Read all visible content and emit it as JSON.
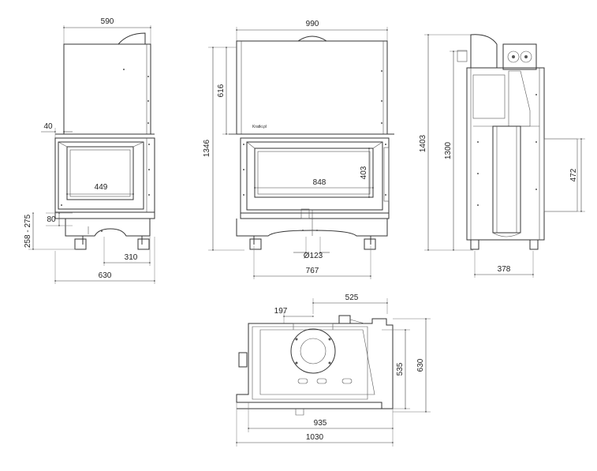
{
  "dimensions": {
    "front_left_top_width": "590",
    "front_left_side_offset": "40",
    "front_left_glass_width": "449",
    "front_left_foot_height": "80",
    "front_left_base_range": "258 - 275",
    "front_left_flue_offset": "310",
    "front_left_total_width": "630",
    "front_top_width": "990",
    "front_upper_height": "616",
    "front_total_height": "1346",
    "front_glass_height": "403",
    "front_glass_width": "848",
    "front_flue_diameter": "Ø123",
    "front_base_width": "767",
    "side_total_height": "1403",
    "side_body_height": "1300",
    "side_inlet_height": "472",
    "side_depth": "378",
    "plan_flue_offset": "197",
    "plan_flue_to_right": "525",
    "plan_inner_depth": "535",
    "plan_total_depth": "630",
    "plan_inner_width": "935",
    "plan_total_width": "1030"
  },
  "nameplate": "Kratki.pl"
}
